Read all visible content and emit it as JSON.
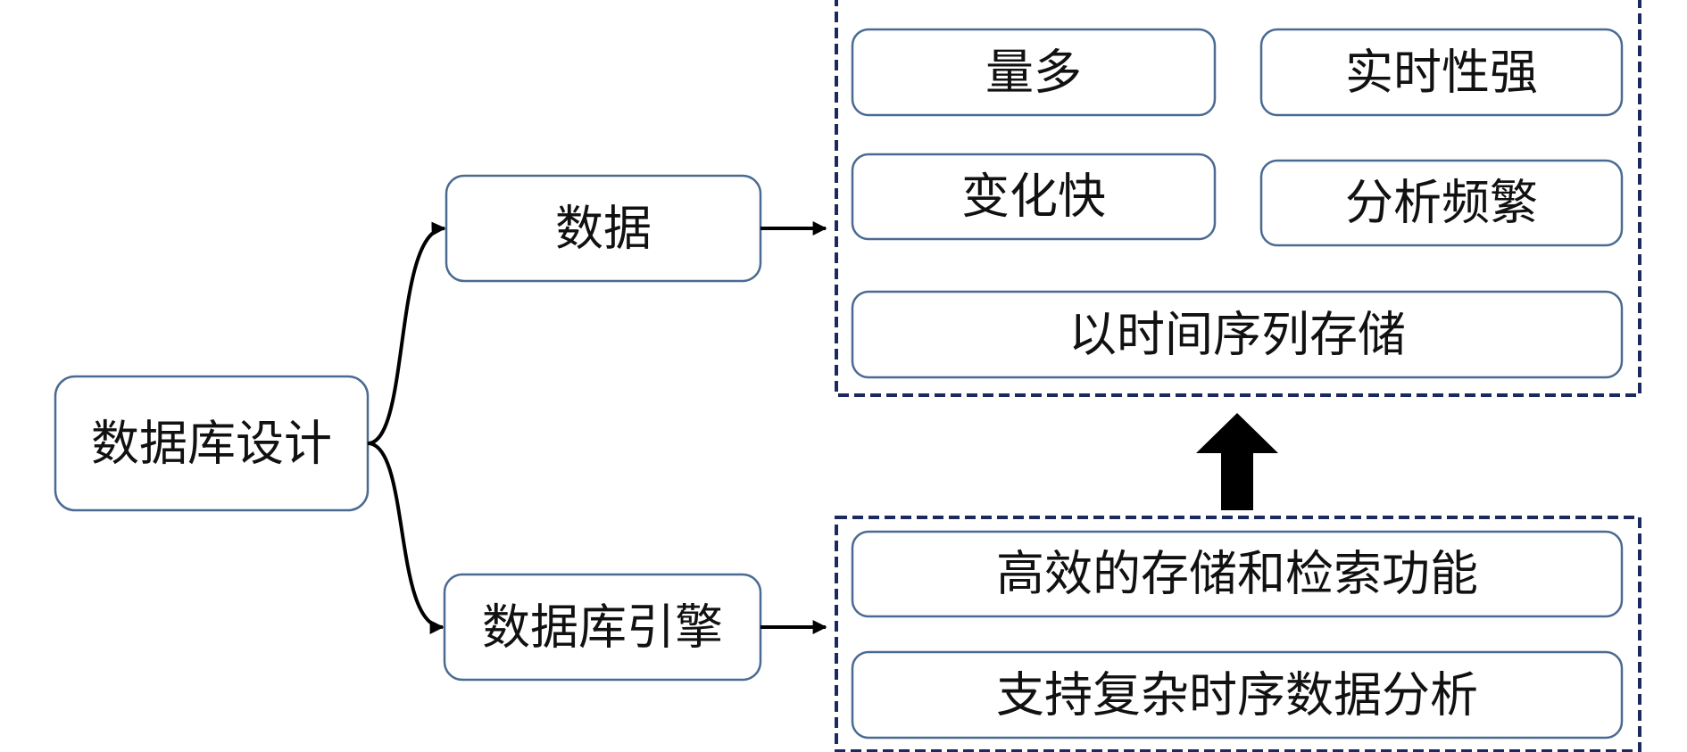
{
  "root": {
    "label": "数据库设计"
  },
  "branches": [
    {
      "label": "数据",
      "characteristics": [
        "量多",
        "实时性强",
        "变化快",
        "分析频繁",
        "以时间序列存储"
      ]
    },
    {
      "label": "数据库引擎",
      "requirements": [
        "高效的存储和检索功能",
        "支持复杂时序数据分析"
      ]
    }
  ],
  "colors": {
    "node_border": "#4a6a92",
    "group_border": "#1b2a5e",
    "connector": "#000000"
  }
}
